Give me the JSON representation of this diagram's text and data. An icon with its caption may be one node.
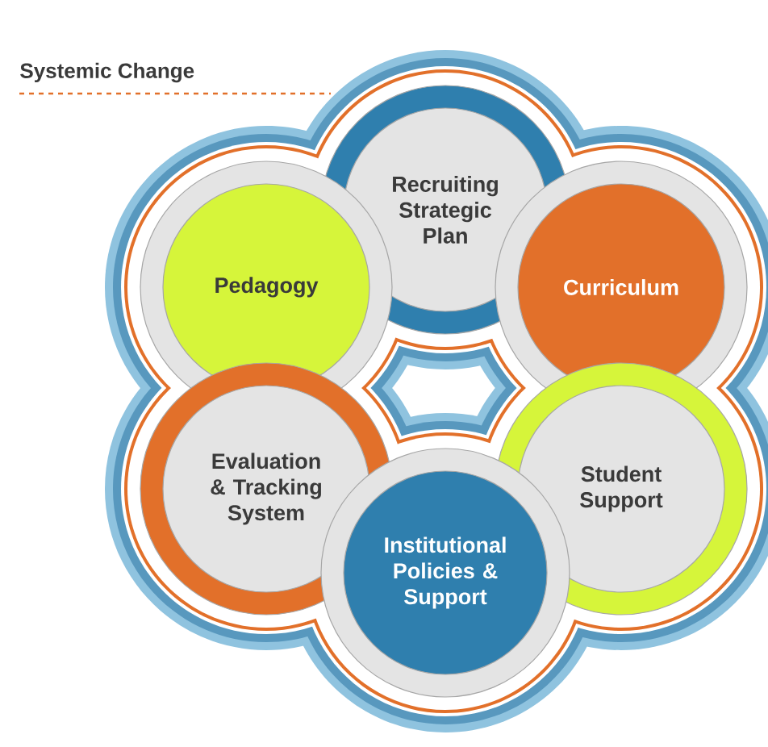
{
  "diagram": {
    "title": "Systemic Change",
    "nodes": [
      {
        "text": [
          "Recruiting Strategic Plan"
        ]
      },
      {
        "text": [
          "Pedagogy"
        ]
      },
      {
        "text": [
          "Curriculum"
        ]
      },
      {
        "text": [
          "Evaluation & Tracking System"
        ]
      },
      {
        "text": [
          "Student Support"
        ]
      },
      {
        "text": [
          "Institutional Policies & Support"
        ]
      }
    ]
  }
}
